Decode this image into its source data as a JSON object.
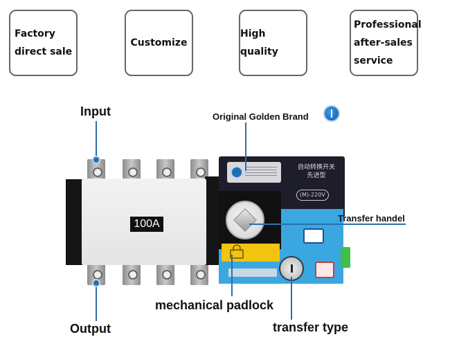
{
  "badges": [
    {
      "lines": [
        "Factory",
        "direct sale"
      ]
    },
    {
      "lines": [
        "Customize"
      ]
    },
    {
      "lines": [
        "High quality"
      ]
    },
    {
      "lines": [
        "Professional",
        "after-sales",
        "service"
      ]
    }
  ],
  "callouts": {
    "input": "Input",
    "output": "Output",
    "brand": "Original Golden Brand",
    "handle": "Transfer handel",
    "padlock": "mechanical padlock",
    "transfer_type": "transfer type"
  },
  "product": {
    "rating": "100A",
    "label_cn_line1": "自动转换开关",
    "label_cn_line2": "先进型",
    "motor_mark": "M",
    "voltage": "-220V"
  },
  "colors": {
    "accent_line": "#2a6fb0",
    "panel_dark": "#1d1d2b",
    "panel_blue": "#3aa7e0",
    "padlock_yellow": "#f2c40f",
    "terminal_green": "#3fbf4a"
  }
}
